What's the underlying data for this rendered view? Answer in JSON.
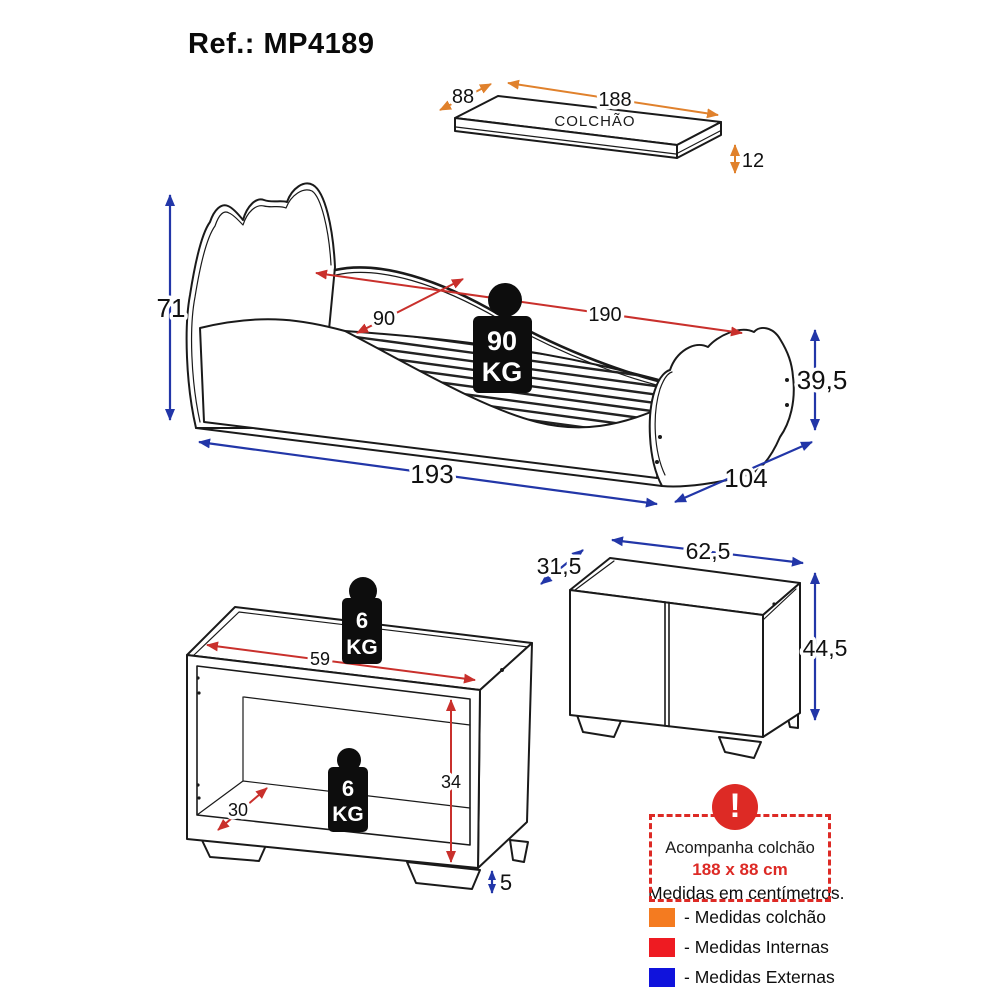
{
  "title": "Ref.: MP4189",
  "mattress": {
    "label": "COLCHÃO",
    "width": "188",
    "depth": "88",
    "thickness": "12"
  },
  "bed": {
    "height": "71",
    "length_external": "193",
    "width_external": "104",
    "footboard_height": "39,5",
    "internal_length": "190",
    "internal_width": "90",
    "max_weight": "90",
    "weight_unit": "KG"
  },
  "cabinet_open": {
    "internal_width": "59",
    "internal_height": "34",
    "internal_depth": "30",
    "feet_height": "5",
    "shelf_weight": "6",
    "weight_unit": "KG"
  },
  "cabinet_closed": {
    "depth": "31,5",
    "width": "62,5",
    "height": "44,5"
  },
  "notice": {
    "exclamation": "!",
    "line1": "Acompanha colchão",
    "line2": "188 x 88 cm"
  },
  "legend": {
    "heading": "Medidas em centímetros.",
    "items": [
      {
        "label": "- Medidas colchão",
        "color": "#F47B20"
      },
      {
        "label": "- Medidas Internas",
        "color": "#EE1B22"
      },
      {
        "label": "- Medidas Externas",
        "color": "#1013DC"
      }
    ]
  },
  "colors": {
    "mattress_arrows": "#E0812C",
    "internal_arrows": "#C9302C",
    "external_arrows": "#2236A8",
    "warning": "#DD2A25",
    "line": "#1a1a1a"
  }
}
